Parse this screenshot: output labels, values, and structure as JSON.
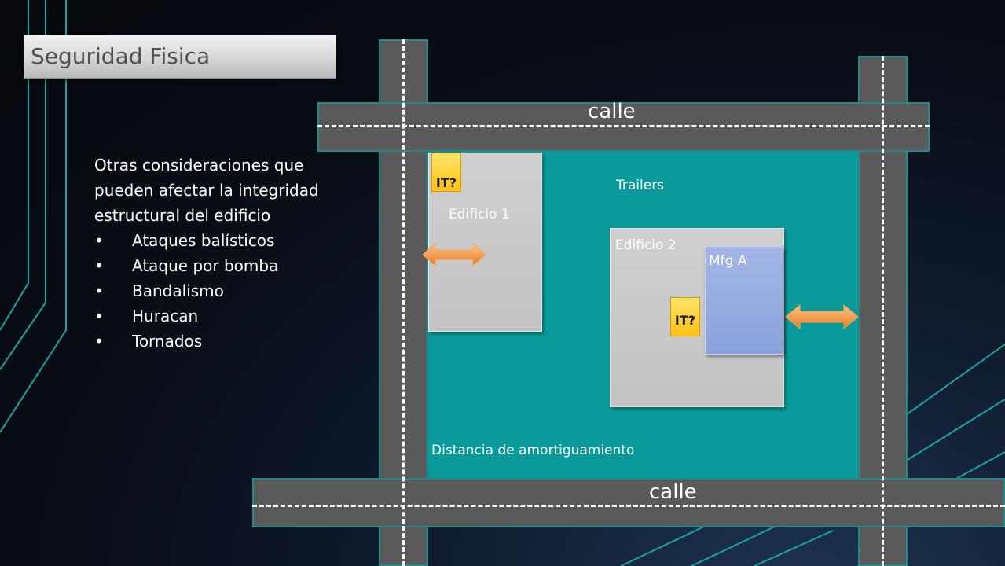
{
  "title": "Seguridad Fisica",
  "intro": "Otras consideraciones que pueden afectar la integridad estructural del edificio",
  "bullet_glyph": "•",
  "bullets": [
    "Ataques balísticos",
    "Ataque por bomba",
    "Bandalismo",
    "Huracan",
    "Tornados"
  ],
  "diagram": {
    "street_top": "calle",
    "street_bottom": "calle",
    "trailers": "Trailers",
    "building_1": "Edificio 1",
    "building_2": "Edificio 2",
    "mfg": "Mfg A",
    "it_1": "IT?",
    "it_2": "IT?",
    "buffer_zone": "Distancia de amortiguamiento"
  },
  "colors": {
    "lot": "#0b9a9a",
    "road": "#5a5a5a",
    "road_border": "#1f8c8c",
    "building": "#c4c4c4",
    "mfg": "#8aa2dc",
    "it": "#ffc20f",
    "arrow": "#f28c28"
  }
}
